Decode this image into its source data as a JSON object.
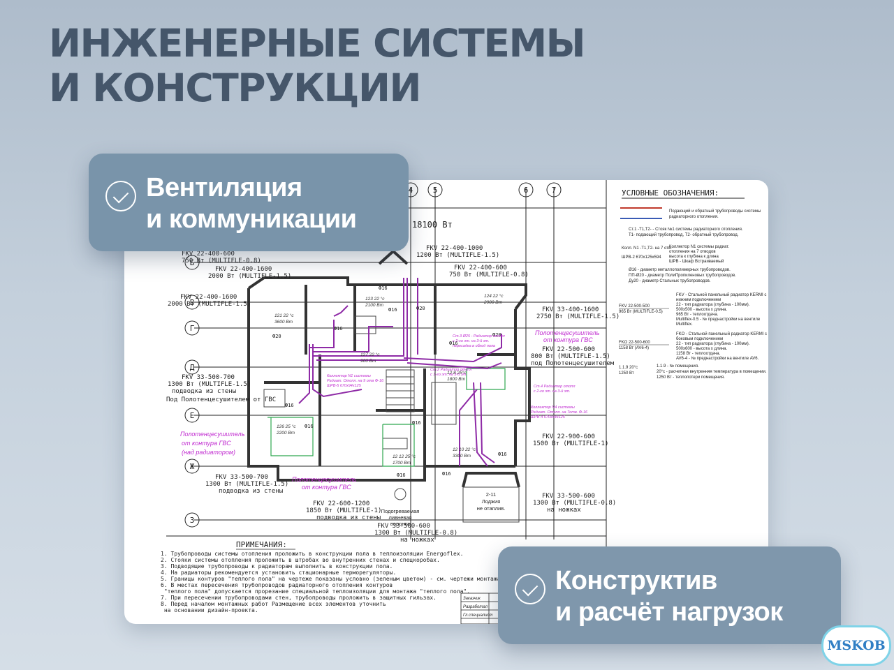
{
  "headline": {
    "line1": "ИНЖЕНЕРНЫЕ СИСТЕМЫ",
    "line2": "И КОНСТРУКЦИИ"
  },
  "cards": {
    "ventilation": {
      "line1": "Вентиляция",
      "line2": "и коммуникации",
      "icon": "check-circle-icon"
    },
    "construction": {
      "line1": "Конструктив",
      "line2": "и расчёт нагрузок",
      "icon": "check-circle-icon"
    }
  },
  "drawing": {
    "axis_numbers": [
      "4",
      "5",
      "6",
      "7"
    ],
    "axis_letters": [
      "Б",
      "В",
      "Г",
      "Д",
      "Е",
      "Ж",
      "З"
    ],
    "total_label": "18100 Вт",
    "legend": {
      "title": "УСЛОВНЫЕ ОБОЗНАЧЕНИЯ:",
      "pipes": [
        "Подающий и обратный трубопроводы системы",
        "радиаторного отопления."
      ],
      "stand": [
        "Ст.1 -Т1,Т2- - Стояк №1 системы радиаторного отопления.",
        "Т1- подающий трубопровод, Т2- обратный трубопровод."
      ],
      "collector_left": [
        "Колл. N1 -Т1,Т2- на 7 отв.",
        "ШРВ-2 670х125х594"
      ],
      "collector_right": [
        "Коллектор N1 системы радиат.",
        "отопления на 7 отводов",
        "высота к глубина к длина",
        "ШРВ - Шкаф Встраиваемый"
      ],
      "diam": [
        "Ø16 - диаметр металлополимерных трубопроводов.",
        "ПП-Ø20 - диаметр ПолиПропиленовых трубопроводов.",
        "Ду20 - диаметр Стальных трубопроводов."
      ],
      "fkv_left": [
        "FKV 22-500-500",
        "965 Вт (MULTIFLE-0.5)"
      ],
      "fkv_right": [
        "FKV - Стальной панельный радиатор KERMI с",
        "нижним подключением",
        "22 - тип радиатора (глубина - 100мм).",
        "500х500 - высота х длина.",
        "965 Вт - теплоотдача.",
        "Multiflex-0.5 - № преднастройки на вентиле",
        "Multiflex."
      ],
      "fko_left": [
        "FKO 22-500-600",
        "1158 Вт (AV6-4)"
      ],
      "fko_right": [
        "FKO - Стальной панельный радиатор KERMI с",
        "боковым подключением",
        "22 - тип радиатора (глубина - 100мм).",
        "500х600 - высота х длина.",
        "1158 Вт - теплоотдача.",
        "AV6-4 - № преднастройки на вентиле AV6."
      ],
      "room_left": [
        "1.1.9 20°с",
        "1250 Вт"
      ],
      "room_right": [
        "1.1.9 - № помещения.",
        "20°с - расчетная внутренняя температура в помещении.",
        "1250 Вт - теплопотери помещения."
      ]
    },
    "radiators": [
      [
        "FKV 22-400-600",
        "750 Вт (MULTIFLE-0.8)"
      ],
      [
        "FKV 22-400-1000",
        "1200 Вт (MULTIFLE-1.5)"
      ],
      [
        "FKV 22-400-600",
        "750 Вт (MULTIFLE-0.8)"
      ],
      [
        "FKV 22-400-1600",
        "2000 Вт (MULTIFLE-1.5)"
      ],
      [
        "FKV 22-400-1600",
        "2000 Вт (MULTIFLE-1.5)"
      ],
      [
        "FKV 33-400-1600",
        "2750 Вт (MULTIFLE-1.5)"
      ],
      [
        "FKV 22-500-600",
        "800 Вт (MULTIFLE-1.5)"
      ],
      [
        "FKV 33-500-700",
        "1300 Вт (MULTIFLE-1.5)"
      ],
      [
        "FKV 22-900-600",
        "1500 Вт (MULTIFLE-1)"
      ],
      [
        "FKV 33-500-700",
        "1300 Вт (MULTIFLE-1.5)"
      ],
      [
        "FKV 33-500-600",
        "1300 Вт (MULTIFLE-0.8)"
      ],
      [
        "FKV 22-600-1200",
        "1850 Вт (MULTIFLE-1)"
      ],
      [
        "FKV 33-500-600",
        "1300 Вт (MULTIFLE-0.8)"
      ]
    ],
    "radiator_notes": {
      "wall1": "подводка из стены",
      "under_towel": "Под Полотенцесушителем от ГВС",
      "under_towel2": "под Полотенцесушителем",
      "wall2": "подводка из стены",
      "wall3": "подводка из стены",
      "legs1": "на ножках",
      "legs2": "на ножках"
    },
    "rooms": [
      [
        "121 22 °c",
        "3600 Вт"
      ],
      [
        "123 22 °c",
        "2100 Вт"
      ],
      [
        "124 22 °c",
        "2900 Вт"
      ],
      [
        "127 22 °c",
        "900 Вт"
      ],
      [
        "126 25 °c",
        "2200 Вт"
      ],
      [
        "12 8 25°c",
        "1800 Вт"
      ],
      [
        "12 12 25 °c",
        "1700 Вт"
      ],
      [
        "12 10 22 °c",
        "3300 Вт"
      ]
    ],
    "pipe_labels": [
      "Ф16",
      "Ф20",
      "Ф16",
      "Ф16",
      "Ф20",
      "Ф16",
      "Ф16",
      "Ф16",
      "Ф16",
      "Ф16",
      "Ф16",
      "Ф20",
      "Ф16"
    ],
    "towel_notes": [
      [
        "Полотенцесушитель",
        "от контура ГВС"
      ],
      [
        "Полотенцесушитель",
        "от контура ГВС",
        "(над радиатором)"
      ],
      [
        "Полотенцесушитель",
        "от контура ГВС"
      ]
    ],
    "collector_notes": [
      [
        "Коллектор N1 системы",
        "Радиат. Отопл. на 9 отв Ф-16",
        "ШРВ-5 670х94х125"
      ],
      [
        "Коллектор N4 системы",
        "Радиат. Отопл. на 7отв. Ф-16",
        "ШРВ-4 670х94х125"
      ]
    ],
    "stand_notes": [
      [
        "Ст.3 Ø25 - Радиатор отопл",
        "с 2-го эт. на 3-й эт.",
        "пересадка в обход пола"
      ],
      [
        "Ст.2 Радиатор отопл",
        "с 1-го эт. на 3-й эт."
      ],
      [
        "Ст.4 Радиатор отопл",
        "с 2-го эт. на 3-й эт."
      ]
    ],
    "loggia": [
      "2-11",
      "Лоджия",
      "не отаплив."
    ],
    "drain": [
      "Подогреваемая",
      "ливневая",
      "воронка"
    ],
    "notes_title": "ПРИМЕЧАНИЯ:",
    "notes": [
      "1. Трубопроводы системы отопления проложить в конструкции пола в теплоизоляции Energoflex.",
      "2. Стояки системы отопления проложить в штробах во внутренних стенах и спецкоробах.",
      "3. Подводящие трубопроводы к радиаторам выполнить в конструкции пола.",
      "4. На радиаторы рекомендуется установить стационарные терморегуляторы.",
      "5. Границы контуров \"теплого пола\" на чертеже показаны условно (зеленым цветом) - см. чертежи монтажа",
      "6. В местах пересечения трубопроводов радиаторного отопления контуров",
      "   \"теплого пола\" допускается прорезание специальной теплоизоляции для монтажа \"теплого пола\".",
      "7. При пересечении трубопроводами стен, трубопроводы проложить в защитных гильзах.",
      "8. Перед началом монтажных работ Размещение всех элементов уточнить",
      "   на основании дизайн-проекта."
    ],
    "stamp": [
      "Заказчик",
      "Разработал",
      "Гл.специалист"
    ]
  },
  "logo": {
    "text": "MSKOB"
  },
  "colors": {
    "headline": "#45566a",
    "card": "#7994aa",
    "purple_pipe": "#9b2ab0",
    "magenta_text": "#c02bd0",
    "red_pipe": "#c0392b",
    "blue_pipe": "#3a5bb5",
    "green_contour": "#2fa84f"
  }
}
